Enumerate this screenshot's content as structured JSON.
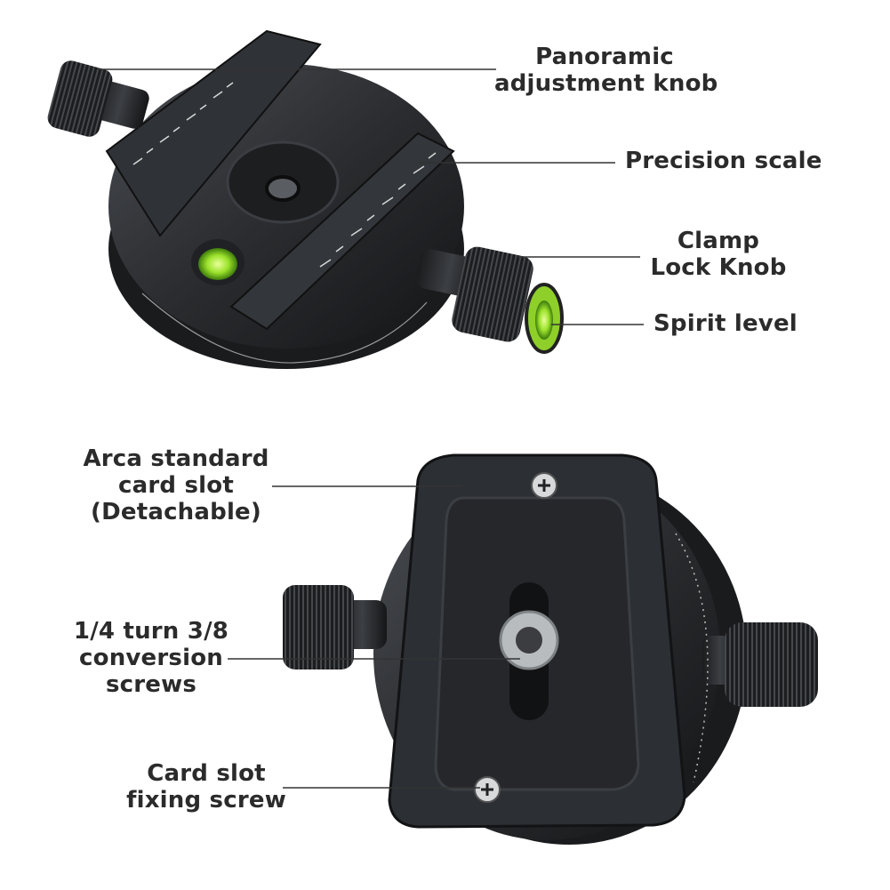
{
  "callouts": {
    "panoramic_knob": {
      "lines": [
        "Panoramic",
        "adjustment knob"
      ]
    },
    "precision_scale": {
      "lines": [
        "Precision scale"
      ]
    },
    "clamp_lock_knob": {
      "lines": [
        "Clamp",
        "Lock Knob"
      ]
    },
    "spirit_level": {
      "lines": [
        "Spirit level"
      ]
    },
    "arca_slot": {
      "lines": [
        "Arca standard",
        "card slot",
        "(Detachable)"
      ]
    },
    "conversion_screws": {
      "lines": [
        "1/4 turn 3/8",
        "conversion",
        "screws"
      ]
    },
    "fixing_screw": {
      "lines": [
        "Card slot",
        "fixing screw"
      ]
    }
  },
  "colors": {
    "body_metal": "#2a2c2f",
    "body_dark": "#16181a",
    "level_bubble": "#9be22b",
    "label_text": "#2b2b2b",
    "leader_line": "#333333"
  }
}
